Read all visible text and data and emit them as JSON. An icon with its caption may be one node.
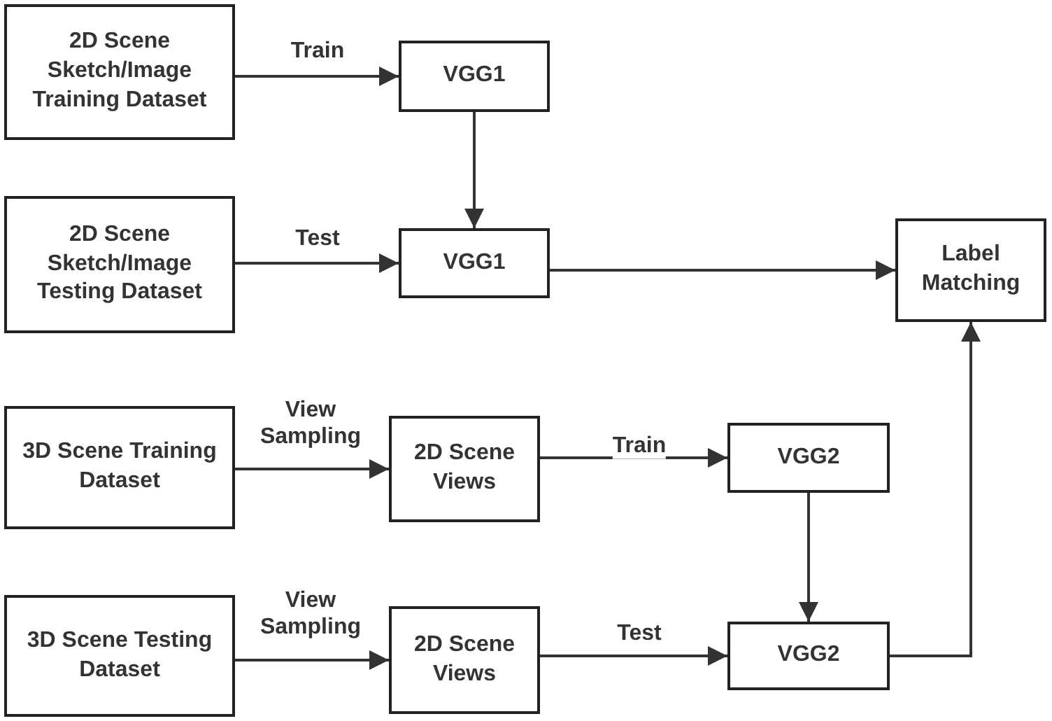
{
  "diagram": {
    "nodes": [
      {
        "text": [
          "2D Scene Sketch/Image Training Dataset"
        ]
      },
      {
        "text": [
          "VGG1"
        ]
      },
      {
        "text": [
          "2D Scene Sketch/Image Testing Dataset"
        ]
      },
      {
        "text": [
          "VGG1"
        ]
      },
      {
        "text": [
          "Label Matching"
        ]
      },
      {
        "text": [
          "3D Scene Training Dataset"
        ]
      },
      {
        "text": [
          "2D Scene Views"
        ]
      },
      {
        "text": [
          "VGG2"
        ]
      },
      {
        "text": [
          "3D Scene Testing Dataset"
        ]
      },
      {
        "text": [
          "2D Scene Views"
        ]
      },
      {
        "text": [
          "VGG2"
        ]
      }
    ],
    "edges": [
      {
        "from": 0,
        "to": 1,
        "arrow": "to",
        "label": "Train"
      },
      {
        "from": 1,
        "to": 3,
        "arrow": "to"
      },
      {
        "from": 2,
        "to": 3,
        "arrow": "to",
        "label": "Test"
      },
      {
        "from": 3,
        "to": 4,
        "arrow": "to"
      },
      {
        "from": 5,
        "to": 6,
        "arrow": "to",
        "label": "View Sampling"
      },
      {
        "from": 6,
        "to": 7,
        "arrow": "to",
        "label": "Train"
      },
      {
        "from": 7,
        "to": 10,
        "arrow": "to"
      },
      {
        "from": 8,
        "to": 9,
        "arrow": "to",
        "label": "View Sampling"
      },
      {
        "from": 9,
        "to": 10,
        "arrow": "to",
        "label": "Test"
      },
      {
        "from": 10,
        "to": 4,
        "arrow": "to"
      }
    ]
  }
}
